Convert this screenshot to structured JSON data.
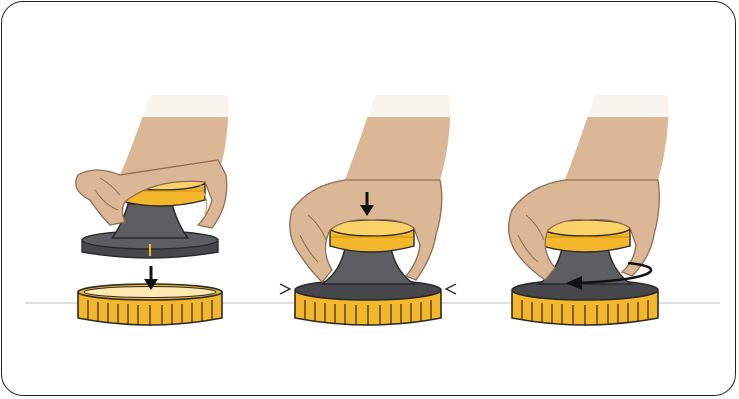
{
  "colors": {
    "skin": "#dcb796",
    "skin_shadow": "#c49d7d",
    "skin_line": "#8f6d55",
    "cap_yellow": "#f4b62a",
    "cap_yellow_dark": "#d99a12",
    "cap_yellow_light": "#fbd267",
    "tool_gray": "#5c5e62",
    "tool_gray_dark": "#45474b",
    "tool_gray_light": "#77797d",
    "outline": "#2a2a2a",
    "ground_line": "#bdbdbd",
    "arrow": "#111111"
  },
  "steps": [
    {
      "step": 1,
      "action": "place-tool-on-cap",
      "arrow": "down-arrow"
    },
    {
      "step": 2,
      "action": "press-down-cap-flexes",
      "arrow": "down-arrow"
    },
    {
      "step": 3,
      "action": "twist-to-open",
      "arrow": "rotate-arrow"
    }
  ]
}
